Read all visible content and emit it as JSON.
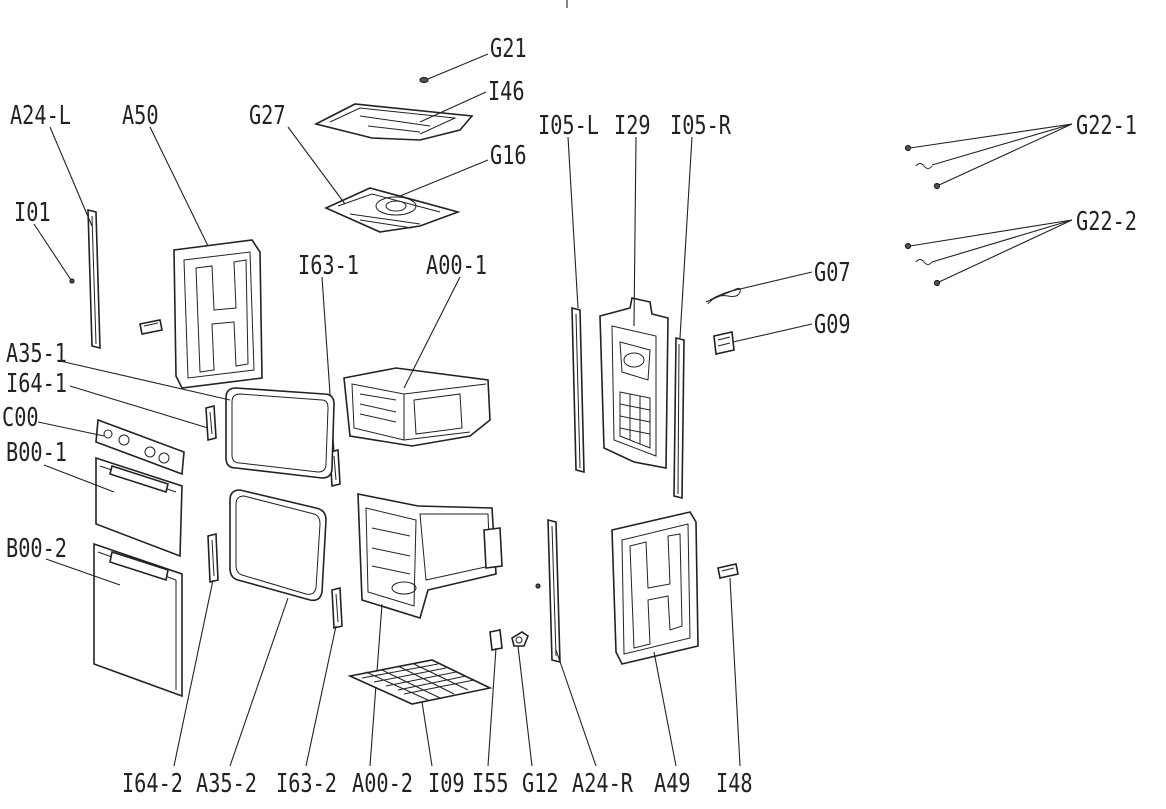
{
  "callouts": {
    "g21": "G21",
    "i46": "I46",
    "a24l": "A24-L",
    "a50": "A50",
    "g27": "G27",
    "g16": "G16",
    "i05l": "I05-L",
    "i29": "I29",
    "i05r": "I05-R",
    "g22_1": "G22-1",
    "g22_2": "G22-2",
    "i01": "I01",
    "i63_1": "I63-1",
    "a00_1": "A00-1",
    "g07": "G07",
    "g09": "G09",
    "a35_1": "A35-1",
    "i64_1": "I64-1",
    "c00": "C00",
    "b00_1": "B00-1",
    "b00_2": "B00-2",
    "i64_2": "I64-2",
    "a35_2": "A35-2",
    "i63_2": "I63-2",
    "a00_2": "A00-2",
    "i09": "I09",
    "i55": "I55",
    "g12": "G12",
    "a24r": "A24-R",
    "a49": "A49",
    "i48": "I48"
  }
}
